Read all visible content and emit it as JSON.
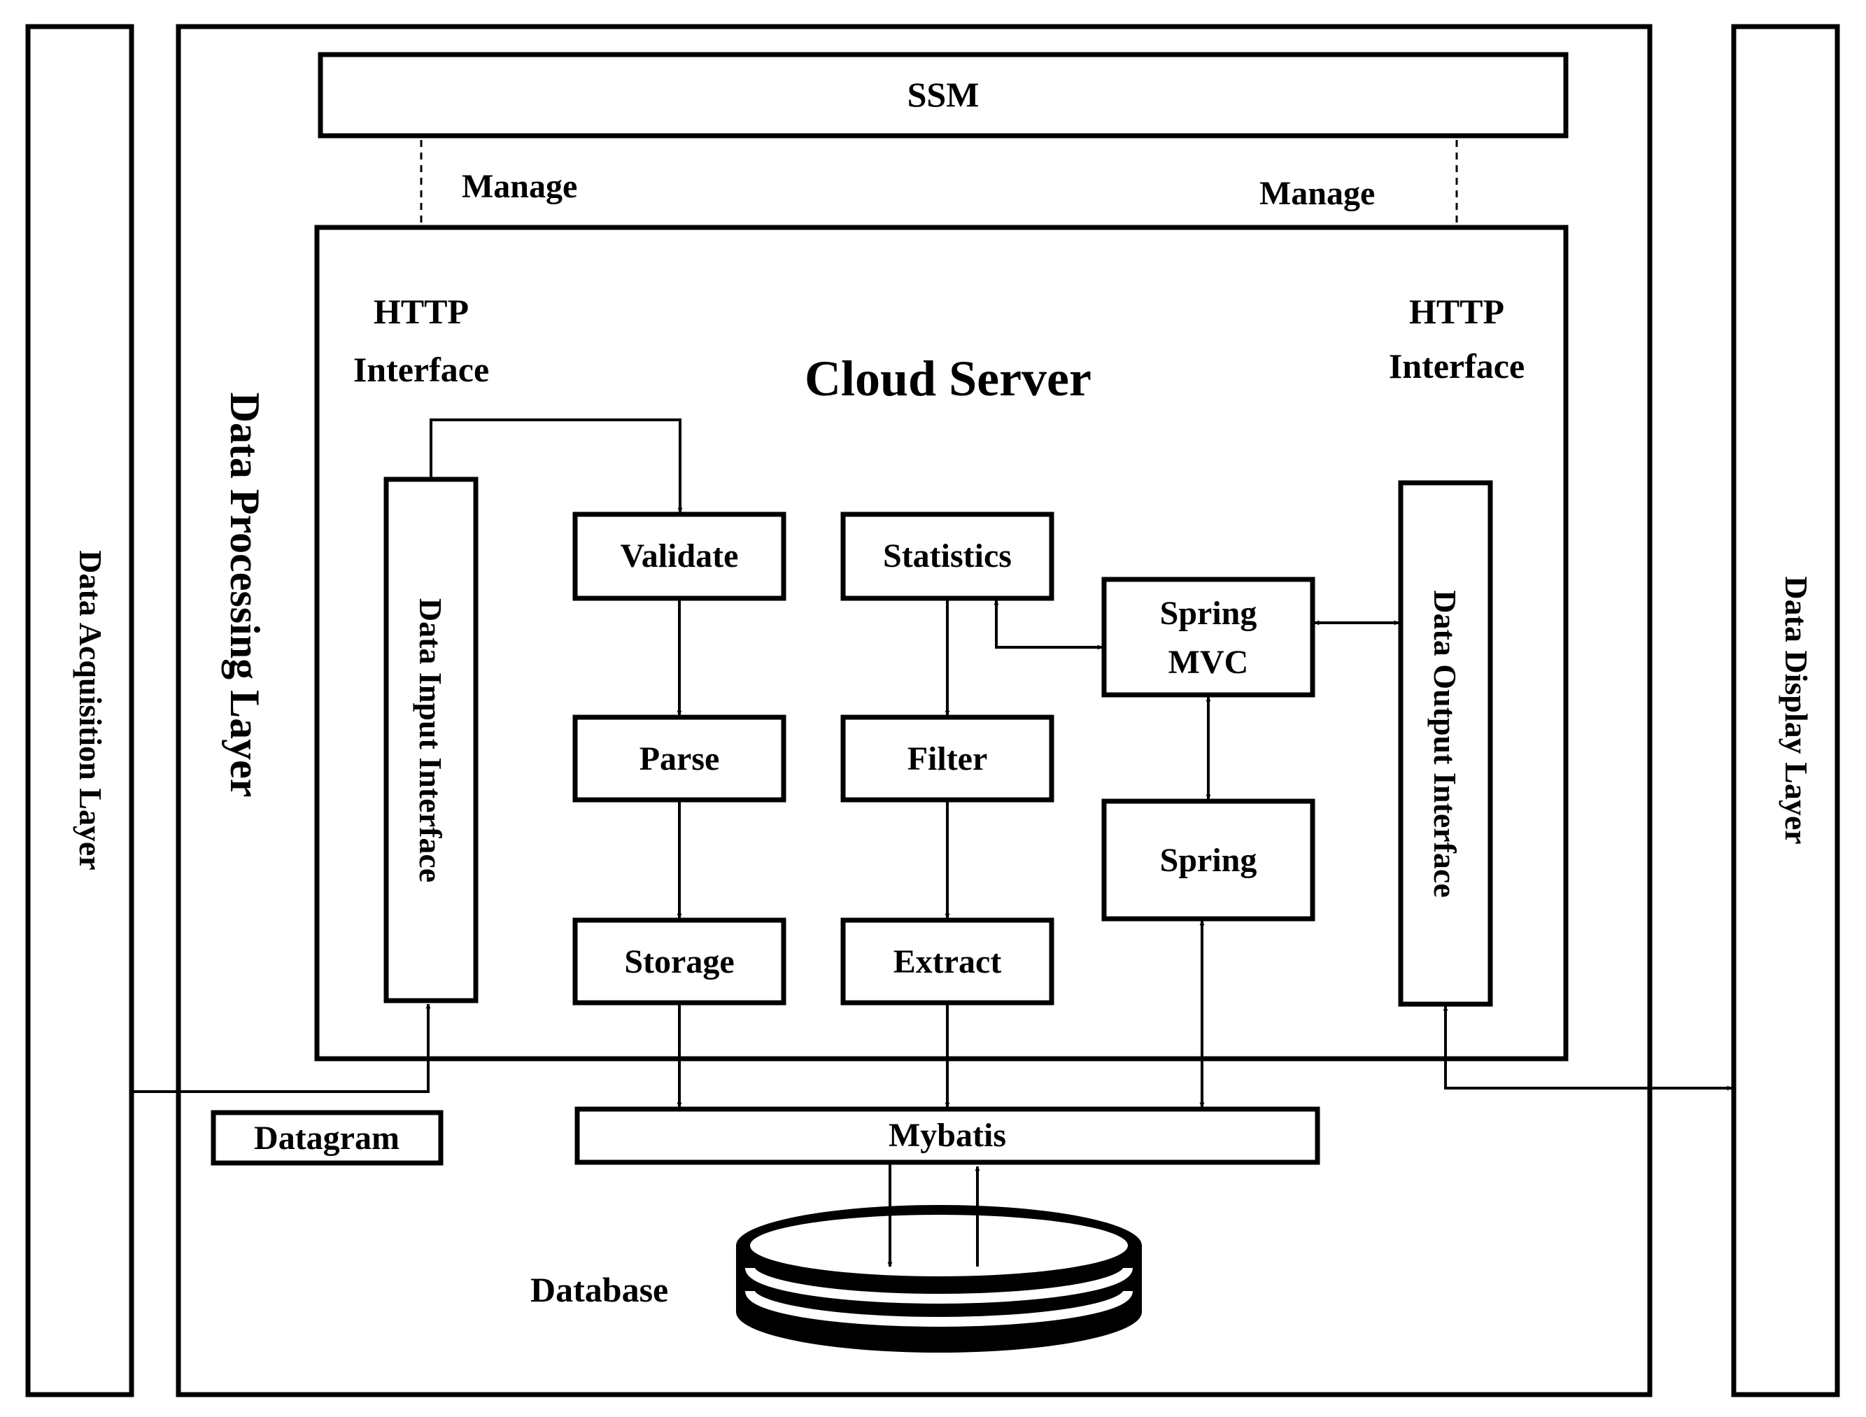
{
  "layers": {
    "acquisition": "Data Acquisition Layer",
    "processing": "Data Processing Layer",
    "display": "Data Display Layer"
  },
  "ssm": "SSM",
  "manage_left": "Manage",
  "manage_right": "Manage",
  "cloud_server": "Cloud Server",
  "http_left": {
    "line1": "HTTP",
    "line2": "Interface"
  },
  "http_right": {
    "line1": "HTTP",
    "line2": "Interface"
  },
  "data_input_interface": "Data Input Interface",
  "data_output_interface": "Data Output Interface",
  "pipeline_left": [
    "Validate",
    "Parse",
    "Storage"
  ],
  "pipeline_mid": [
    "Statistics",
    "Filter",
    "Extract"
  ],
  "spring_mvc": {
    "line1": "Spring",
    "line2": "MVC"
  },
  "spring": "Spring",
  "mybatis": "Mybatis",
  "datagram": "Datagram",
  "database": "Database"
}
